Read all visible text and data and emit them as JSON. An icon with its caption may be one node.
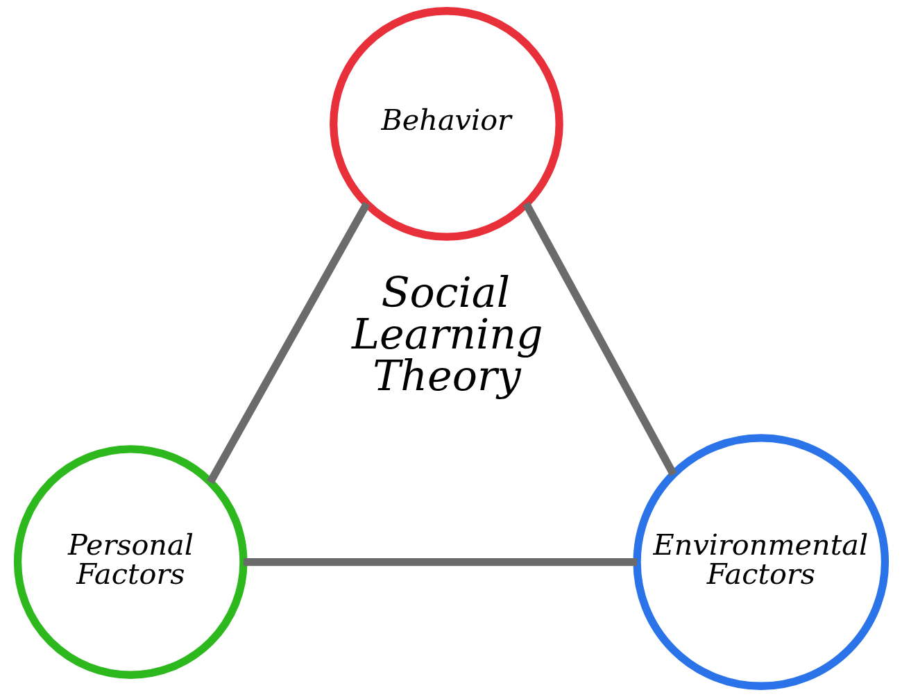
{
  "diagram": {
    "nodes": [
      {
        "text": [
          "Behavior"
        ]
      },
      {
        "text": [
          "Personal Factors"
        ]
      },
      {
        "text": [
          "Environmental Factors"
        ]
      }
    ],
    "edges": [
      {
        "from": 0,
        "to": 1,
        "arrow": "none"
      },
      {
        "from": 0,
        "to": 2,
        "arrow": "none"
      },
      {
        "from": 1,
        "to": 2,
        "arrow": "none"
      }
    ],
    "labels": [
      "Social Learning Theory"
    ]
  }
}
